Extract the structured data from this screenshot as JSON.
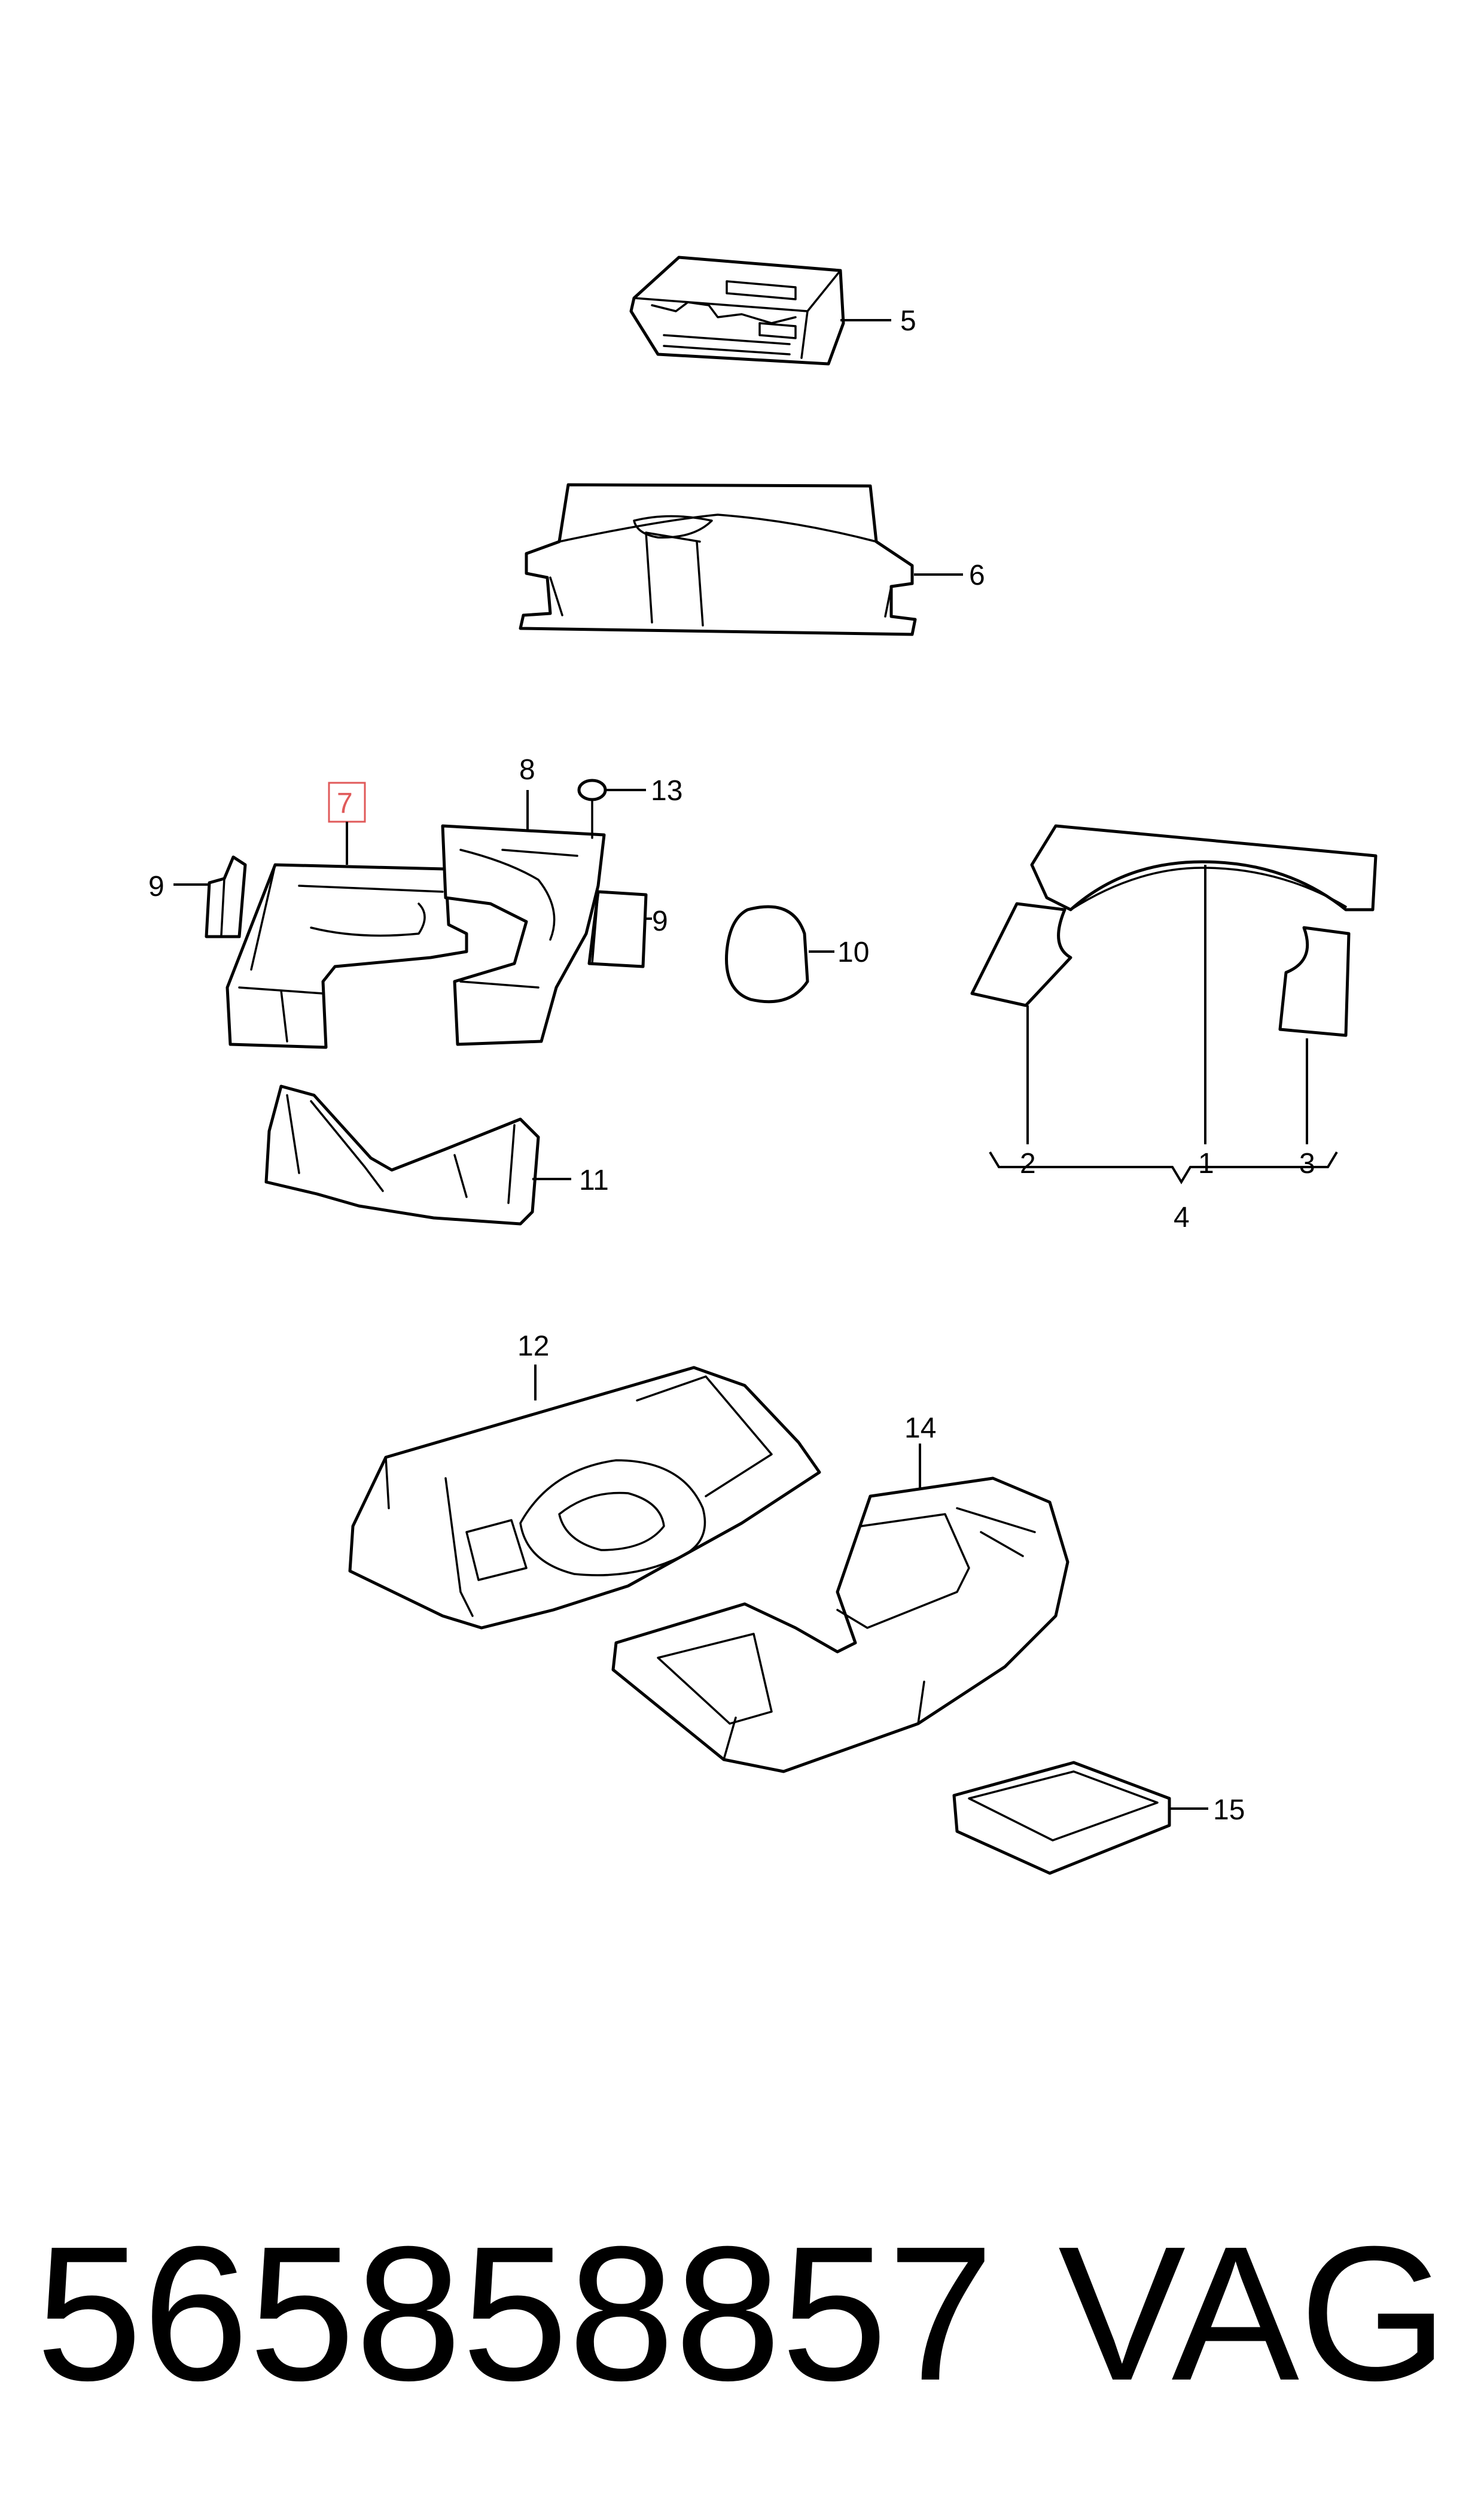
{
  "diagram": {
    "callouts": [
      {
        "id": "c1",
        "label": "1"
      },
      {
        "id": "c2",
        "label": "2"
      },
      {
        "id": "c3",
        "label": "3"
      },
      {
        "id": "c4",
        "label": "4"
      },
      {
        "id": "c5",
        "label": "5"
      },
      {
        "id": "c6",
        "label": "6"
      },
      {
        "id": "c7",
        "label": "7",
        "highlighted": true
      },
      {
        "id": "c8",
        "label": "8"
      },
      {
        "id": "c9a",
        "label": "9"
      },
      {
        "id": "c9b",
        "label": "9"
      },
      {
        "id": "c10",
        "label": "10"
      },
      {
        "id": "c11",
        "label": "11"
      },
      {
        "id": "c12",
        "label": "12"
      },
      {
        "id": "c13",
        "label": "13"
      },
      {
        "id": "c14",
        "label": "14"
      },
      {
        "id": "c15",
        "label": "15"
      }
    ],
    "highlight_color": "#e05a5a",
    "line_color": "#000000"
  },
  "footer": {
    "part_number": "565858857",
    "brand": "VAG"
  }
}
